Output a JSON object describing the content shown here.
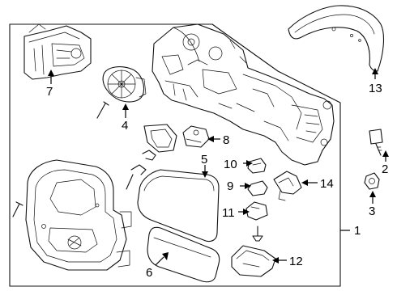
{
  "callouts": [
    {
      "part": "outer-frame",
      "label": "1"
    },
    {
      "part": "bolt",
      "label": "2"
    },
    {
      "part": "nut",
      "label": "3"
    },
    {
      "part": "motor",
      "label": "4"
    },
    {
      "part": "glass",
      "label": "5"
    },
    {
      "part": "lower-glass",
      "label": "6"
    },
    {
      "part": "lamp",
      "label": "7"
    },
    {
      "part": "camera",
      "label": "8"
    },
    {
      "part": "switch",
      "label": "9"
    },
    {
      "part": "clip",
      "label": "10"
    },
    {
      "part": "sensor",
      "label": "11"
    },
    {
      "part": "cover-lower",
      "label": "12"
    },
    {
      "part": "cover-cap",
      "label": "13"
    },
    {
      "part": "connector",
      "label": "14"
    }
  ]
}
